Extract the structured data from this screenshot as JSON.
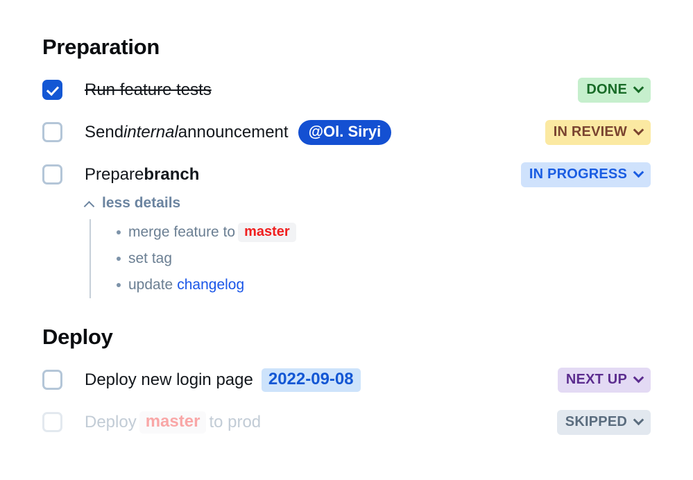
{
  "sections": [
    {
      "id": "preparation",
      "title": "Preparation",
      "tasks": [
        {
          "id": "run-feature-tests",
          "checked": true,
          "struck": true,
          "dim": false,
          "label": "Run feature tests",
          "status": {
            "label": "DONE",
            "variant": "done"
          }
        },
        {
          "id": "send-internal-announcement",
          "checked": false,
          "struck": false,
          "dim": false,
          "label_pre": "Send ",
          "label_em": "internal",
          "label_post": " announcement",
          "mention": "@Ol. Siryi",
          "status": {
            "label": "IN REVIEW",
            "variant": "review"
          }
        },
        {
          "id": "prepare-branch",
          "checked": false,
          "struck": false,
          "dim": false,
          "label_pre": "Prepare ",
          "label_strong": "branch",
          "status": {
            "label": "IN PROGRESS",
            "variant": "progress"
          },
          "details": {
            "toggle_label": "less details",
            "expanded": true,
            "items": [
              {
                "pre": "merge feature to ",
                "code": "master",
                "post": ""
              },
              {
                "pre": "set tag",
                "code": "",
                "post": ""
              },
              {
                "pre": "update ",
                "link": "changelog",
                "post": ""
              }
            ]
          }
        }
      ]
    },
    {
      "id": "deploy",
      "title": "Deploy",
      "tasks": [
        {
          "id": "deploy-new-login-page",
          "checked": false,
          "struck": false,
          "dim": false,
          "label": "Deploy new login page",
          "date": "2022-09-08",
          "status": {
            "label": "NEXT UP",
            "variant": "next"
          }
        },
        {
          "id": "deploy-master-to-prod",
          "checked": false,
          "struck": false,
          "dim": true,
          "label_pre": "Deploy ",
          "code": "master",
          "label_post": " to prod",
          "status": {
            "label": "SKIPPED",
            "variant": "skipped"
          }
        }
      ]
    }
  ],
  "colors": {
    "accent_blue": "#1357d4",
    "done_bg": "#c6efcd",
    "done_fg": "#186b27",
    "review_bg": "#fbe9a2",
    "review_fg": "#7a4430",
    "progress_bg": "#cfe2fc",
    "progress_fg": "#1a5de2",
    "next_bg": "#e3daf4",
    "next_fg": "#5c2d8f",
    "skipped_bg": "#e2e8ef",
    "skipped_fg": "#5a6c7e",
    "code_red": "#f01f1f",
    "link_blue": "#1a56e8",
    "date_chip_bg": "#cde3fb"
  }
}
